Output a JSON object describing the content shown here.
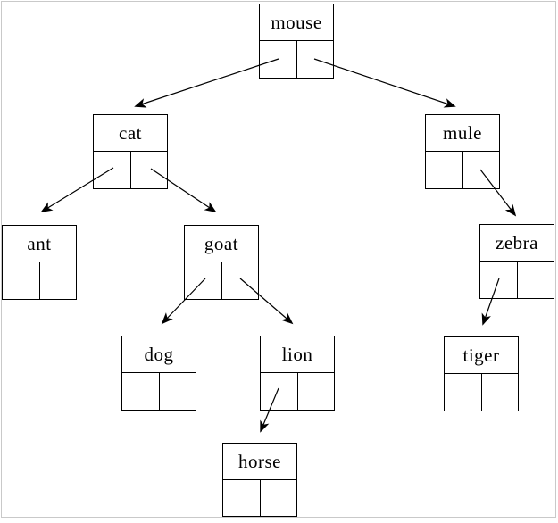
{
  "diagram": {
    "type": "binary-tree",
    "root": "mouse",
    "nodes": {
      "mouse": {
        "label": "mouse",
        "left": "cat",
        "right": "mule"
      },
      "cat": {
        "label": "cat",
        "left": "ant",
        "right": "goat"
      },
      "mule": {
        "label": "mule",
        "left": null,
        "right": "zebra"
      },
      "ant": {
        "label": "ant",
        "left": null,
        "right": null
      },
      "goat": {
        "label": "goat",
        "left": "dog",
        "right": "lion"
      },
      "zebra": {
        "label": "zebra",
        "left": "tiger",
        "right": null
      },
      "dog": {
        "label": "dog",
        "left": null,
        "right": null
      },
      "lion": {
        "label": "lion",
        "left": "horse",
        "right": null
      },
      "tiger": {
        "label": "tiger",
        "left": null,
        "right": null
      },
      "horse": {
        "label": "horse",
        "left": null,
        "right": null
      }
    },
    "edges": [
      {
        "from": "mouse",
        "cell": "left",
        "to": "cat"
      },
      {
        "from": "mouse",
        "cell": "right",
        "to": "mule"
      },
      {
        "from": "cat",
        "cell": "left",
        "to": "ant"
      },
      {
        "from": "cat",
        "cell": "right",
        "to": "goat"
      },
      {
        "from": "mule",
        "cell": "right",
        "to": "zebra"
      },
      {
        "from": "goat",
        "cell": "left",
        "to": "dog"
      },
      {
        "from": "goat",
        "cell": "right",
        "to": "lion"
      },
      {
        "from": "zebra",
        "cell": "left",
        "to": "tiger"
      },
      {
        "from": "lion",
        "cell": "left",
        "to": "horse"
      }
    ],
    "colors": {
      "line": "#000000",
      "node_border": "#000000",
      "background": "#ffffff",
      "frame_border": "#c9c9c9"
    }
  }
}
